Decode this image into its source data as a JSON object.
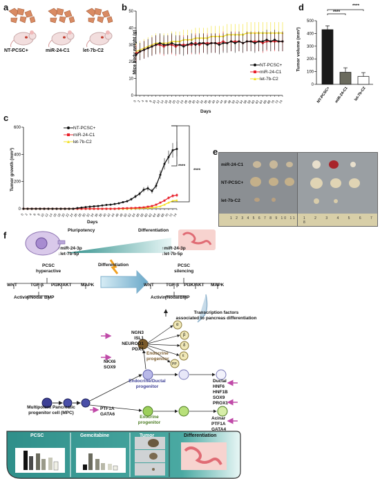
{
  "panels": {
    "a": {
      "letter": "a",
      "groups": [
        "NT-PCSC+",
        "miR-24-C1",
        "let-7b-C2"
      ]
    },
    "b": {
      "letter": "b",
      "ylabel": "Mice body weight (g)",
      "xlabel": "Days",
      "legend": [
        "NT-PCSC+",
        "miR-24-C1",
        "let-7b-C2"
      ]
    },
    "c": {
      "letter": "c",
      "ylabel": "Tumor growth (mm³)",
      "xlabel": "Days",
      "legend": [
        "NT-PCSC+",
        "miR-24-C1",
        "let-7b-C2"
      ],
      "sig1": "****",
      "sig2": "****"
    },
    "d": {
      "letter": "d",
      "ylabel": "Tumor volume (mm³)",
      "sig1": "****",
      "sig2": "****"
    },
    "e": {
      "letter": "e",
      "rows": [
        "miR-24-C1",
        "NT-PCSC+",
        "let-7b-C2"
      ],
      "ruler_left": "1 2 3 4 5 6 7 8 9 10 11",
      "ruler_right": "1 2 3 4 5 6 7 8"
    },
    "f": {
      "letter": "f",
      "pluripotency": "Pluripotency",
      "differentiation_top": "Differentiation",
      "left_mirs": "miR-24-3p",
      "left_let": "let-7b-5p",
      "right_mirs": "miR-24-3p",
      "right_let": "let-7b-5p",
      "pcsc_hyper": "PCSC",
      "pcsc_hyper2": "hyperactive",
      "pcsc_sil": "PCSC",
      "pcsc_sil2": "silencing",
      "diff_arrow": "Differentiation",
      "pathways_left": [
        "WNT",
        "TGF-β",
        "PI3K/AKT",
        "MAPK"
      ],
      "pathways_right": [
        "WNT",
        "TGF-β",
        "PI3K/AKT",
        "MAPK"
      ],
      "sub_left": [
        "Activin/Nodal",
        "BMP"
      ],
      "sub_right": [
        "Activin/Nodal",
        "BMP"
      ],
      "tf_title1": "Transcription factors",
      "tf_title2": "associated to pancreas differentiation",
      "endocrine_tfs": [
        "NGN3",
        "ISL1",
        "NEUROD1",
        "PDX1"
      ],
      "endo_label1": "Endocrine",
      "endo_label2": "progenitor",
      "cell_types": [
        "α",
        "β",
        "δ",
        "ε",
        "PP"
      ],
      "nkx": [
        "NKX6",
        "SOX9"
      ],
      "ductal_prog1": "Endocrine/Ductal",
      "ductal_prog2": "progenitor",
      "mpc1": "Multipotent Pancreatic",
      "mpc2": "progenitor cell (MPC)",
      "ptf": [
        "PTF1A",
        "GATA6"
      ],
      "exo1": "Exocrine",
      "exo2": "progenitor",
      "ductal_tfs": [
        "Ductal",
        "HNF6",
        "HNF1B",
        "SOX9",
        "PROX1"
      ],
      "acinar_tfs": [
        "Acinar",
        "PTF1A",
        "GATA4"
      ],
      "bottom_sections": [
        "PCSC",
        "Gemcitabine",
        "Tumor",
        "Differentiation"
      ]
    }
  },
  "colors": {
    "nt": "#111111",
    "mir": "#e8212b",
    "let": "#f2e021",
    "bar_nt": "#1a1a1a",
    "bar_mir": "#6b6b5e",
    "bar_let": "#ffffff",
    "teal": "#2f8f8a",
    "pink_arrow": "#c04aa8"
  },
  "chart_data": [
    {
      "type": "line",
      "panel": "b",
      "xlabel": "Days",
      "ylabel": "Mice body weight (g)",
      "ylim": [
        0,
        50
      ],
      "yticks": [
        0,
        10,
        20,
        30,
        40,
        50
      ],
      "x": [
        0,
        2,
        4,
        6,
        8,
        10,
        12,
        14,
        16,
        18,
        20,
        22,
        24,
        26,
        28,
        30,
        32,
        34,
        36,
        38,
        40,
        42,
        44,
        46,
        48,
        50,
        52,
        54,
        56,
        58,
        60,
        62,
        64,
        66,
        68,
        70,
        72,
        74
      ],
      "series": [
        {
          "name": "NT-PCSC+",
          "values": [
            24,
            26,
            27,
            28,
            29,
            30,
            31,
            30,
            30,
            31,
            30,
            30,
            29,
            30,
            31,
            30,
            31,
            31,
            30,
            31,
            31,
            30,
            31,
            31,
            32,
            31,
            32,
            31,
            32,
            32,
            31,
            32,
            32,
            33,
            32,
            33,
            32,
            32
          ]
        },
        {
          "name": "miR-24-C1",
          "values": [
            25,
            26,
            27,
            28,
            29,
            30,
            30,
            29,
            30,
            30,
            29,
            30,
            30,
            30,
            30,
            31,
            30,
            31,
            31,
            31,
            31,
            31,
            32,
            31,
            32,
            32,
            32,
            31,
            32,
            32,
            32,
            32,
            31,
            32,
            32,
            32,
            32,
            32
          ]
        },
        {
          "name": "let-7b-C2",
          "values": [
            26,
            27,
            28,
            29,
            30,
            31,
            31,
            31,
            31,
            32,
            32,
            32,
            33,
            33,
            33,
            34,
            34,
            34,
            34,
            35,
            35,
            35,
            35,
            36,
            36,
            36,
            36,
            36,
            37,
            37,
            37,
            37,
            37,
            37,
            37,
            37,
            37,
            37
          ]
        }
      ]
    },
    {
      "type": "bar",
      "panel": "d",
      "ylabel": "Tumor volume (mm³)",
      "categories": [
        "NT-PCSC+",
        "miR-24-C1",
        "let-7b-C2"
      ],
      "values": [
        430,
        95,
        62
      ],
      "errors": [
        30,
        35,
        30
      ],
      "ylim": [
        0,
        500
      ],
      "yticks": [
        0,
        100,
        200,
        300,
        400,
        500
      ]
    },
    {
      "type": "line",
      "panel": "c",
      "xlabel": "Days",
      "ylabel": "Tumor growth (mm³)",
      "ylim": [
        0,
        600
      ],
      "yticks": [
        0,
        200,
        400,
        600
      ],
      "x": [
        0,
        2,
        4,
        6,
        8,
        10,
        12,
        14,
        16,
        18,
        20,
        22,
        24,
        26,
        28,
        30,
        32,
        34,
        36,
        38,
        40,
        42,
        44,
        46,
        48,
        50,
        52,
        54,
        56,
        58,
        60,
        62,
        64,
        66,
        68,
        70,
        72,
        74
      ],
      "series": [
        {
          "name": "NT-PCSC+",
          "values": [
            0,
            0,
            0,
            0,
            0,
            0,
            0,
            0,
            0,
            0,
            0,
            0,
            0,
            5,
            8,
            12,
            15,
            18,
            20,
            24,
            28,
            30,
            35,
            40,
            48,
            55,
            70,
            90,
            110,
            140,
            150,
            130,
            170,
            250,
            330,
            380,
            430,
            440
          ]
        },
        {
          "name": "miR-24-C1",
          "values": [
            0,
            0,
            0,
            0,
            0,
            0,
            0,
            0,
            0,
            0,
            0,
            0,
            0,
            0,
            0,
            0,
            0,
            0,
            0,
            0,
            0,
            0,
            0,
            2,
            3,
            4,
            5,
            6,
            8,
            10,
            15,
            20,
            30,
            45,
            60,
            80,
            95,
            100
          ]
        },
        {
          "name": "let-7b-C2",
          "values": [
            0,
            0,
            0,
            0,
            0,
            0,
            0,
            0,
            0,
            0,
            0,
            0,
            0,
            0,
            0,
            0,
            0,
            0,
            0,
            0,
            0,
            0,
            0,
            0,
            0,
            0,
            1,
            2,
            3,
            5,
            6,
            8,
            12,
            18,
            30,
            45,
            58,
            62
          ]
        }
      ]
    }
  ]
}
